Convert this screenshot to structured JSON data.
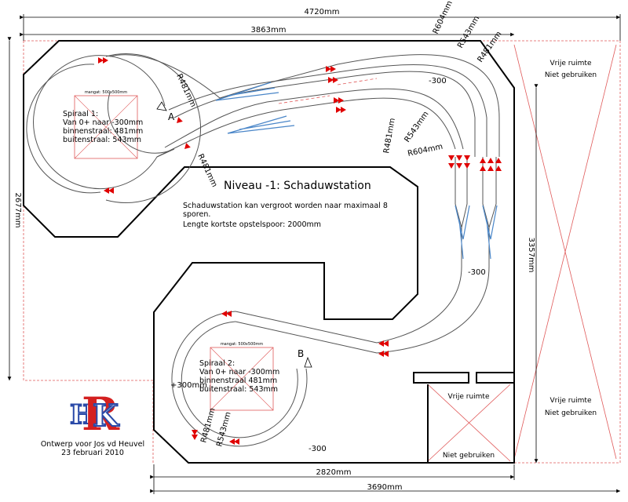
{
  "dimensions": {
    "top_total": "4720mm",
    "top_inner": "3863mm",
    "left_height": "2677mm",
    "right_height": "3357mm",
    "bottom_inner": "2820mm",
    "bottom_total": "3690mm"
  },
  "radii": {
    "r604_top": "R604mm",
    "r543_top": "R543mm",
    "r481_top": "R481mm",
    "r481_left_a": "R481mm",
    "r481_left_b": "R481mm",
    "r481_mid": "R481mm",
    "r543_mid": "R543mm",
    "r604_mid": "R604mm",
    "r481_bottom": "R481mm",
    "r543_bottom": "R543mm"
  },
  "heights": {
    "h_top": "-300",
    "h_right": "-300",
    "h_bottom": "-300",
    "h_spiral2_start": "+300mm"
  },
  "title": "Niveau -1: Schaduwstation",
  "description": [
    "Schaduwstation kan vergroot worden naar maximaal 8",
    "sporen.",
    "Lengte kortste opstelspoor: 2000mm"
  ],
  "spiral1": {
    "box_label": "mangat: 500x500mm",
    "lines": [
      "Spiraal 1:",
      "Van 0+ naar -300mm",
      "binnenstraal: 481mm",
      "buitenstraal: 543mm"
    ],
    "marker": "A"
  },
  "spiral2": {
    "box_label": "mangat: 500x500mm",
    "lines": [
      "Spiraal 2:",
      "Van 0+ naar -300mm",
      "binnenstraal 481mm",
      "buitenstraal: 543mm"
    ],
    "marker": "B"
  },
  "zones": {
    "right_top": [
      "Vrije ruimte",
      "Niet gebruiken"
    ],
    "right_bottom": [
      "Vrije ruimte",
      "Niet gebruiken"
    ],
    "inner_top": "Vrije ruimte",
    "inner_bottom": "Niet gebruiken"
  },
  "credit": {
    "line1": "Ontwerp voor Jos vd Heuvel",
    "line2": "23 februari 2010"
  },
  "logo_letters": "HRK",
  "colors": {
    "track": "#555555",
    "arrow": "#e00000",
    "turnout": "#4a86c8",
    "dash": "#e05a5a",
    "logo_red": "#d42020",
    "logo_blue": "#2a4aa8"
  }
}
